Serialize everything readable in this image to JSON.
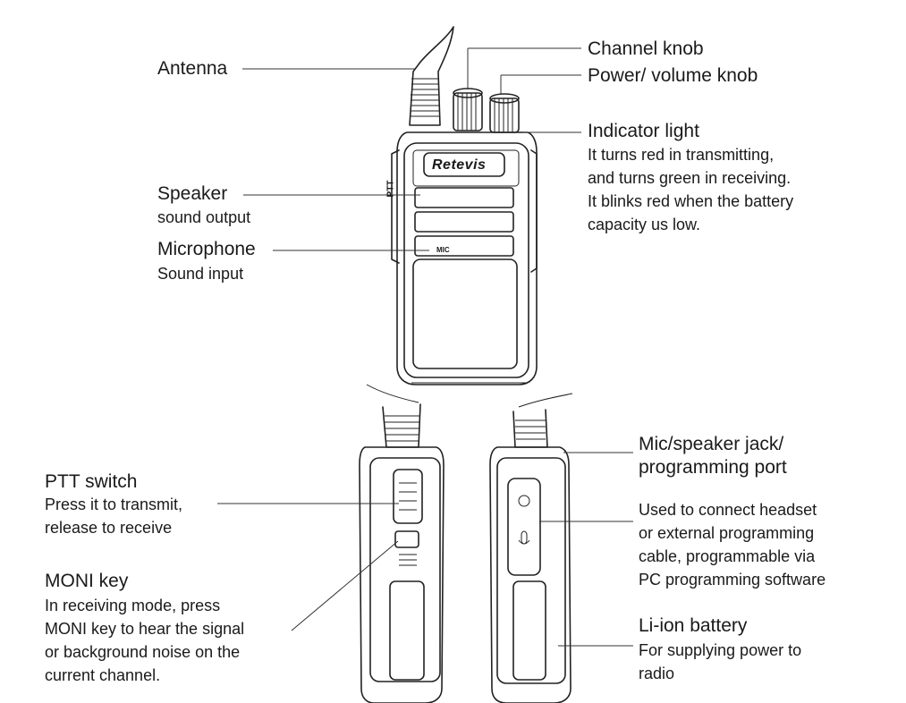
{
  "brand": "Retevis",
  "front_marks": {
    "ptt": "PTT",
    "mic": "MIC"
  },
  "labels": {
    "antenna": {
      "title": "Antenna"
    },
    "channel_knob": {
      "title": "Channel knob"
    },
    "power_volume_knob": {
      "title": "Power/ volume knob"
    },
    "indicator_light": {
      "title": "Indicator light",
      "desc": "It turns red in transmitting,\nand turns green in receiving.\nIt blinks red when the battery\ncapacity us low."
    },
    "speaker": {
      "title": "Speaker",
      "desc": "sound output"
    },
    "microphone": {
      "title": "Microphone",
      "desc": "Sound input"
    },
    "ptt_switch": {
      "title": "PTT switch",
      "desc": "Press it to transmit,\nrelease to receive"
    },
    "moni_key": {
      "title": "MONI key",
      "desc": "In receiving mode, press\nMONI key to hear the signal\nor background noise on the\ncurrent channel."
    },
    "mic_speaker_jack": {
      "title": "Mic/speaker jack/\nprogramming port",
      "desc": "Used to connect headset\nor external programming\ncable, programmable via\nPC programming software"
    },
    "li_ion_battery": {
      "title": "Li-ion battery",
      "desc": "For supplying power to\nradio"
    }
  }
}
